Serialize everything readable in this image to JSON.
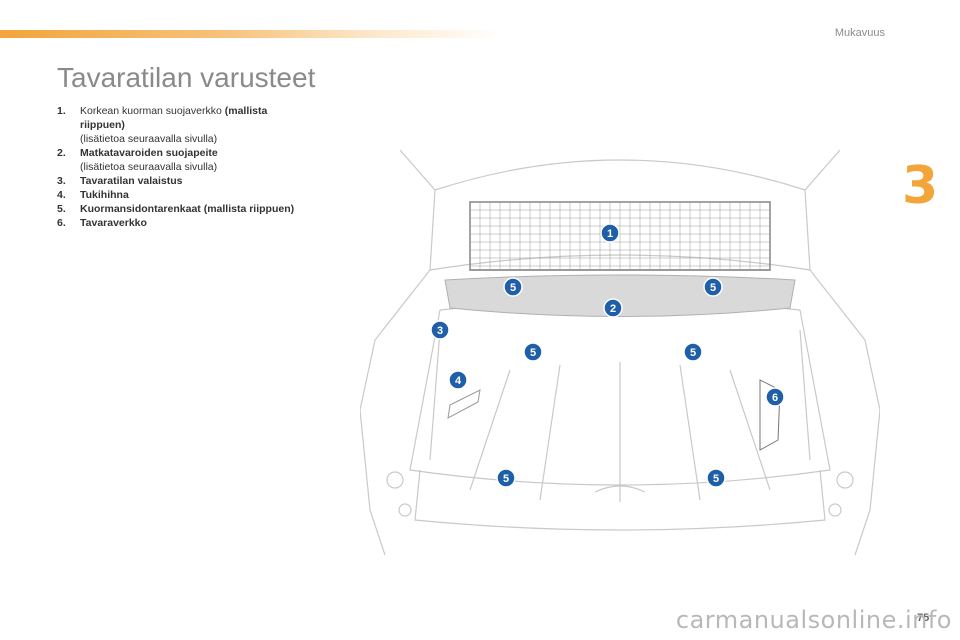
{
  "header": {
    "section_name": "Mukavuus",
    "chapter_number": "3"
  },
  "page_title": "Tavaratilan varusteet",
  "items": [
    {
      "num": "1.",
      "label": "Korkean kuorman suojaverkko",
      "bold_suffix": "(mallista riippuen)",
      "note": "(lisätietoa seuraavalla sivulla)"
    },
    {
      "num": "2.",
      "label": "Matkatavaroiden suojapeite",
      "note": "(lisätietoa seuraavalla sivulla)"
    },
    {
      "num": "3.",
      "label": "Tavaratilan valaistus"
    },
    {
      "num": "4.",
      "label": "Tukihihna"
    },
    {
      "num": "5.",
      "label": "Kuormansidontarenkaat (mallista riippuen)"
    },
    {
      "num": "6.",
      "label": "Tavaraverkko"
    }
  ],
  "illustration": {
    "callouts": [
      "1",
      "2",
      "3",
      "4",
      "5",
      "6"
    ],
    "callout_color": "#1f5fa8"
  },
  "footer": {
    "page_number": "75",
    "watermark": "carmanualsonline.info"
  }
}
